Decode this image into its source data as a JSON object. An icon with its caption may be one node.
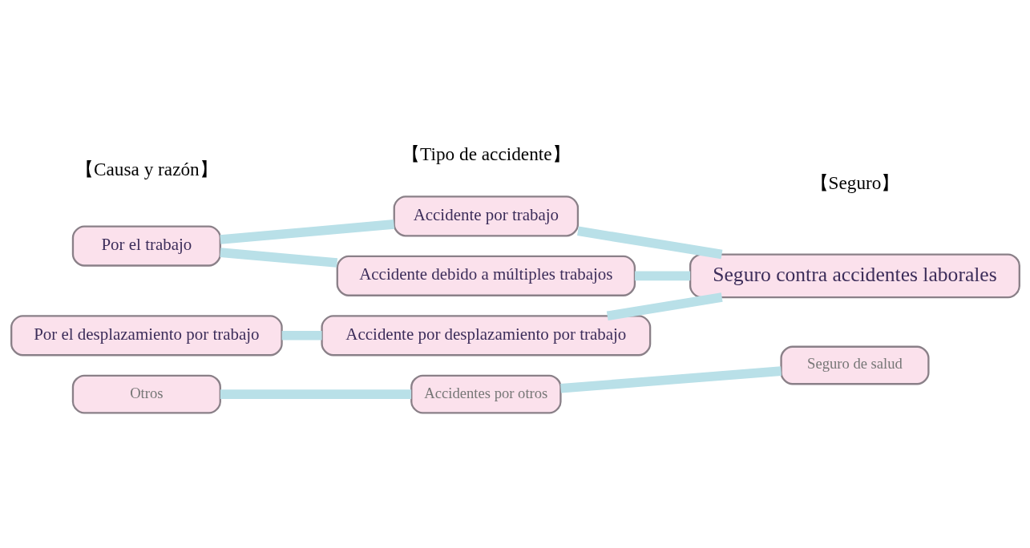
{
  "diagram": {
    "nodes": [
      {
        "text": [
          "Por el trabajo"
        ]
      },
      {
        "text": [
          "Accidente por trabajo"
        ]
      },
      {
        "text": [
          "Accidente debido a múltiples trabajos"
        ]
      },
      {
        "text": [
          "Seguro contra accidentes laborales"
        ]
      },
      {
        "text": [
          "Por el desplazamiento por trabajo"
        ]
      },
      {
        "text": [
          "Accidente por desplazamiento por trabajo"
        ]
      },
      {
        "text": [
          "Otros"
        ]
      },
      {
        "text": [
          "Accidentes por otros"
        ]
      },
      {
        "text": [
          "Seguro de salud"
        ]
      }
    ],
    "edges": [
      {
        "from": 0,
        "to": 1,
        "arrow": "none"
      },
      {
        "from": 0,
        "to": 2,
        "arrow": "none"
      },
      {
        "from": 1,
        "to": 3,
        "arrow": "none"
      },
      {
        "from": 2,
        "to": 3,
        "arrow": "none"
      },
      {
        "from": 4,
        "to": 5,
        "arrow": "none"
      },
      {
        "from": 5,
        "to": 3,
        "arrow": "none"
      },
      {
        "from": 6,
        "to": 7,
        "arrow": "none"
      },
      {
        "from": 7,
        "to": 8,
        "arrow": "none"
      }
    ],
    "labels": [
      "【Causa y razón】",
      "【Tipo de accidente】",
      "【Seguro】"
    ]
  }
}
